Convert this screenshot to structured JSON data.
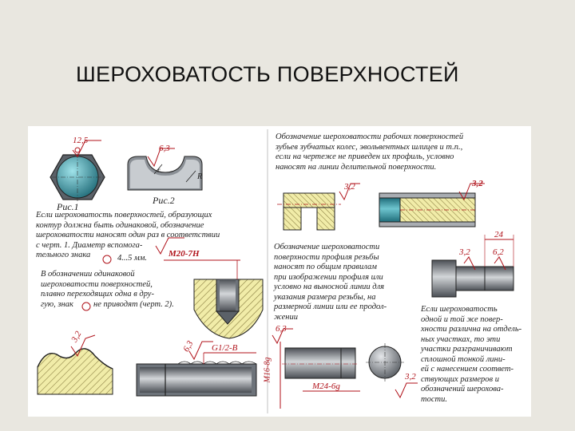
{
  "title": "ШЕРОХОВАТОСТЬ ПОВЕРХНОСТЕЙ",
  "fig1": {
    "caption": "Рис.1",
    "mark": "12,5"
  },
  "fig2": {
    "caption": "Рис.2",
    "mark": "6,3",
    "r_small": "r",
    "r_big": "R"
  },
  "left_text": {
    "p1": "Если шероховатость поверхностей, образующих\nконтур должна быть одинаковой, обозначение\nшероховатости наносят один раз в соответствии\nс черт. 1. Диаметр вспомога-\nтельного знака",
    "p1_tail": "4...5 мм.",
    "p2": "В обозначении одинаковой\nшероховатости поверхностей,\nплавно переходящих одна в дру-\nгую, знак",
    "p2_tail": "не приводят (черт. 2)."
  },
  "thread_hole": {
    "label": "M20-7H"
  },
  "wave_profile": {
    "mark": "3,2"
  },
  "threaded_rod": {
    "mark": "6,3",
    "label": "G1/2-B"
  },
  "top_text": "Обозначение шероховатости рабочих поверхностей\nзубьев зубчатых колес, эвольвентных шлицев и т.п.,\nесли на чертеже не приведен их профиль, условно\nнаносят на линии делительной поверхности.",
  "gear_section": {
    "mark": "3,2"
  },
  "shaft_teeth": {
    "mark": "3,2"
  },
  "mid_text": "Обозначение шероховатости\nповерхности профиля резьбы\nнаносят по общим правилам\nпри изображении профиля или\nусловно на выносной линии для\nуказания размера резьбы, на\nразмерной линии или ее продол-\nжении",
  "bolt": {
    "dim": "24",
    "mark_left": "3,2",
    "mark_right": "6,2"
  },
  "right_text": "Если шероховатость\nодной и той же повер-\nхности различна на отдель-\nных участках, то эти\nучастки разграничивают\nсплошной тонкой лини-\nей с нанесением соответ-\nствующих размеров и\nобозначений шерохова-\nтости.",
  "bottom_rod": {
    "mark": "6,3",
    "side_label": "M16-8g",
    "label": "M24-6g",
    "mark2": "3,2"
  }
}
